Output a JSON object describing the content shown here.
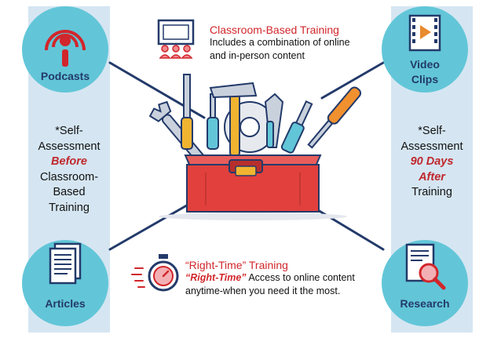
{
  "nodes": {
    "podcasts": "Podcasts",
    "video_line1": "Video",
    "video_line2": "Clips",
    "articles": "Articles",
    "research": "Research"
  },
  "left_text": {
    "line1": "*Self-",
    "line2": "Assessment",
    "emphasis": "Before",
    "line4": "Classroom-",
    "line5": "Based",
    "line6": "Training"
  },
  "right_text": {
    "line1": "*Self-",
    "line2": "Assessment",
    "emphasis1": "90 Days",
    "emphasis2": "After",
    "line5": "Training"
  },
  "classroom": {
    "title": "Classroom-Based Training",
    "line1": "Includes a combination of online",
    "line2": "and in-person content"
  },
  "right_time": {
    "title": "“Right-Time” Training",
    "emphasis": "“Right-Time”",
    "line1_rest": " Access to online content",
    "line2": "anytime-when you need it the most."
  },
  "icons": [
    "podcast-icon",
    "video-icon",
    "article-icon",
    "research-icon",
    "classroom-icon",
    "stopwatch-icon",
    "toolbox-icon"
  ],
  "colors": {
    "accent_red": "#d1262b",
    "teal": "#62c6d8",
    "navy": "#233a6a",
    "panel": "#d5e6f2"
  }
}
